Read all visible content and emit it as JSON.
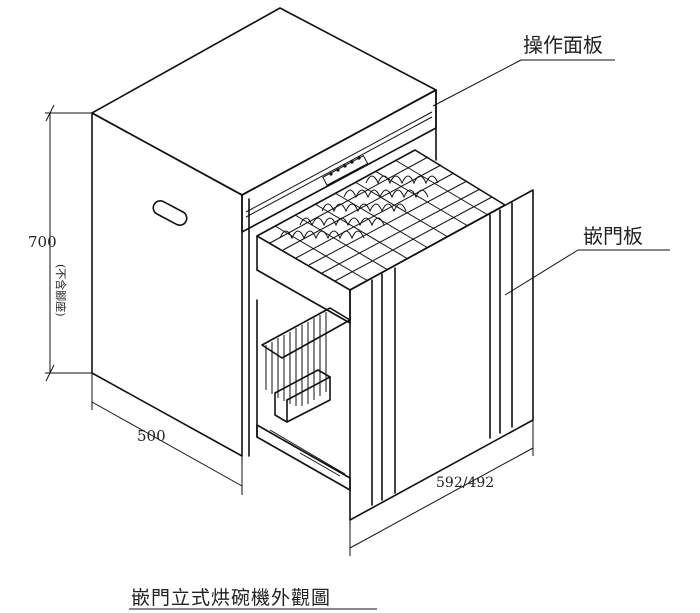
{
  "labels": {
    "operation_panel": "操作面板",
    "door_panel": "嵌門板",
    "height_value": "700",
    "height_note": "(不含腳座)",
    "depth_value": "500",
    "width_value": "592/492"
  },
  "caption": "嵌門立式烘碗機外觀圖"
}
